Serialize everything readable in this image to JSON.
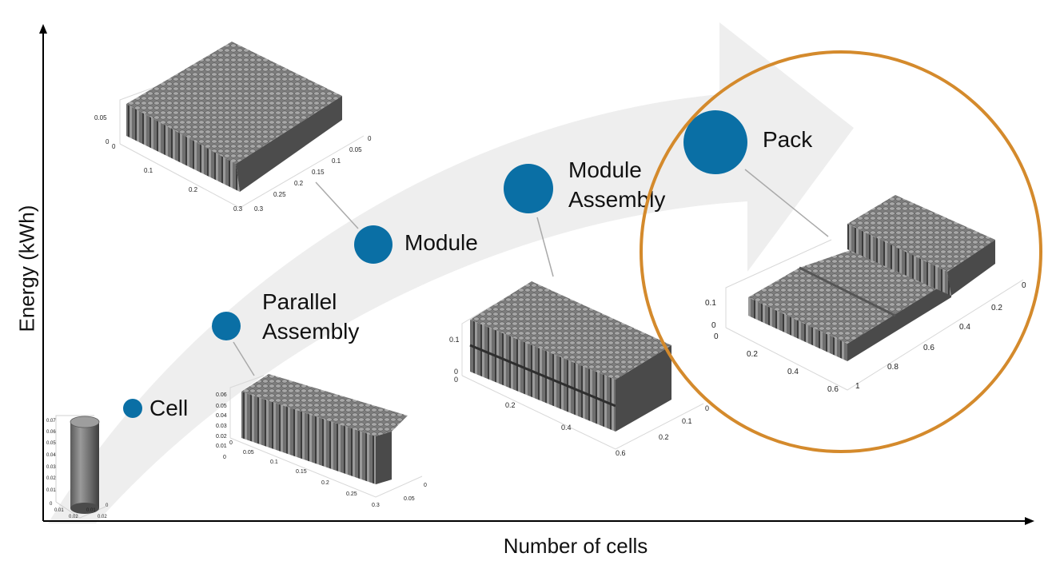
{
  "axes": {
    "y_title": "Energy (kWh)",
    "x_title": "Number of cells"
  },
  "colors": {
    "node": "#0a6fa5",
    "highlight_ring": "#d48a2c",
    "arrow": "#efefef",
    "cell_face": "#7a7a7a",
    "cell_top": "#9b9b9b"
  },
  "stages": [
    {
      "id": "cell",
      "label": [
        "Cell"
      ]
    },
    {
      "id": "parallel",
      "label": [
        "Parallel",
        "Assembly"
      ]
    },
    {
      "id": "module",
      "label": [
        "Module"
      ]
    },
    {
      "id": "module-assembly",
      "label": [
        "Module",
        "Assembly"
      ]
    },
    {
      "id": "pack",
      "label": [
        "Pack"
      ]
    }
  ],
  "plots": [
    {
      "id": "cell-plot",
      "ticks": [
        "0.07",
        "0.06",
        "0.05",
        "0.04",
        "0.03",
        "0.02",
        "0.01",
        "0",
        "0.01",
        "0.02",
        "0.01",
        "0.02",
        "0"
      ]
    },
    {
      "id": "parallel-plot",
      "ticks": [
        "0.06",
        "0.05",
        "0.04",
        "0.03",
        "0.02",
        "0.01",
        "0",
        "0",
        "0.05",
        "0.1",
        "0.15",
        "0.2",
        "0.25",
        "0.3",
        "0",
        "0.05"
      ]
    },
    {
      "id": "module-plot",
      "ticks": [
        "0.05",
        "0",
        "0",
        "0.1",
        "0.2",
        "0.3",
        "0.3",
        "0.25",
        "0.2",
        "0.15",
        "0.1",
        "0.05",
        "0"
      ]
    },
    {
      "id": "module-assembly-plot",
      "ticks": [
        "0.1",
        "0",
        "0",
        "0.2",
        "0.4",
        "0.6",
        "0.2",
        "0.1",
        "0"
      ]
    },
    {
      "id": "pack-plot",
      "ticks": [
        "0.1",
        "0",
        "0",
        "0.2",
        "0.4",
        "0.6",
        "1",
        "0.8",
        "0.6",
        "0.4",
        "0.2",
        "0"
      ]
    }
  ]
}
